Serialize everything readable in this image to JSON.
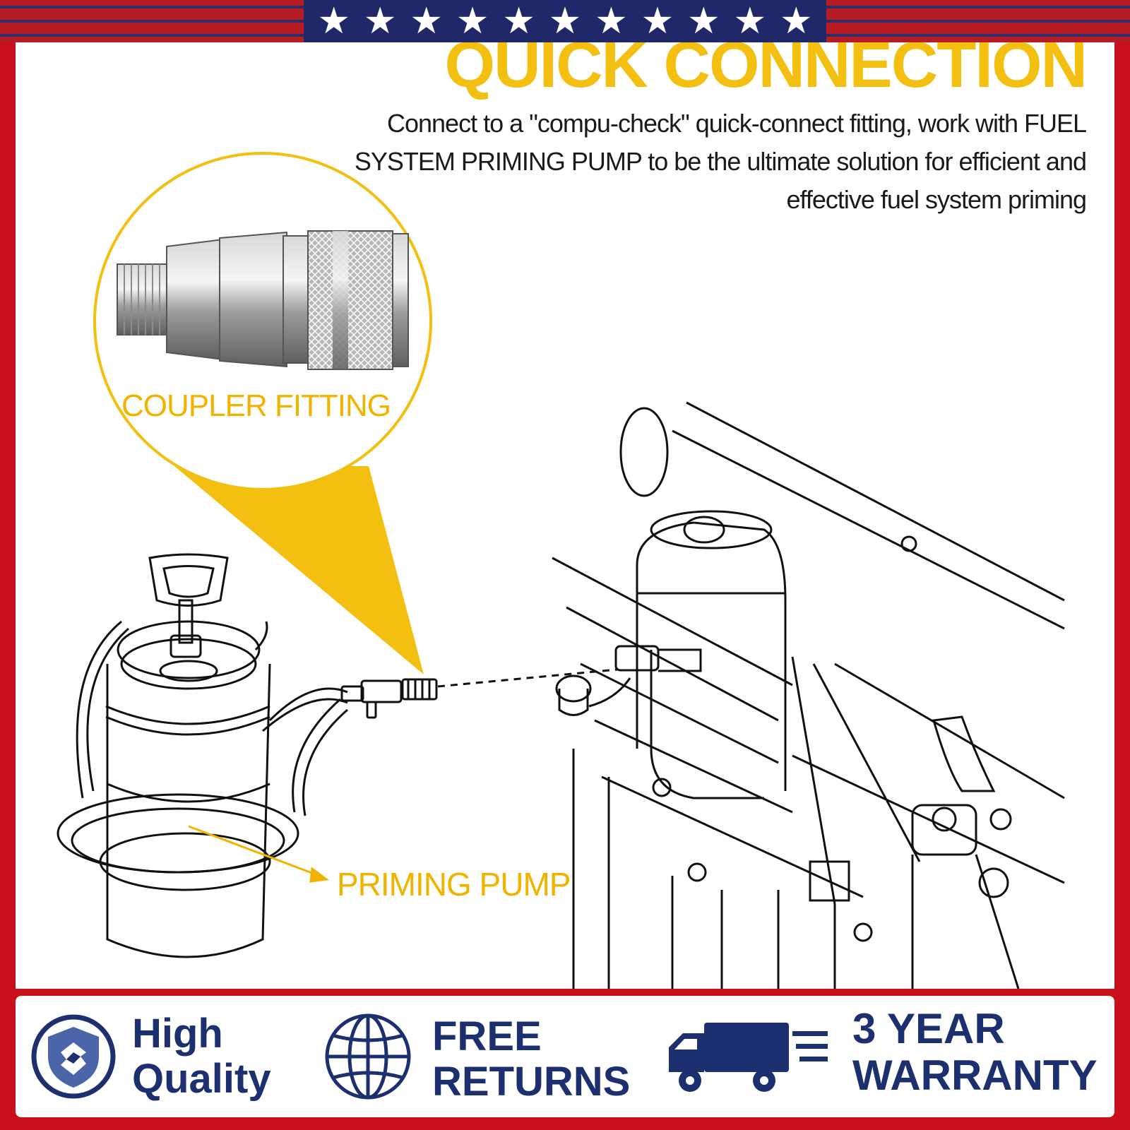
{
  "header": {
    "title": "QUICK CONNECTION",
    "description": "Connect to a \"compu-check\" quick-connect fitting, work with FUEL SYSTEM PRIMING PUMP to be the ultimate solution for efficient and effective fuel system priming"
  },
  "callouts": {
    "coupler_label": "COUPLER FITTING",
    "pump_label": "PRIMING PUMP"
  },
  "badges": [
    {
      "icon": "shield-icon",
      "line1": "High",
      "line2": "Quality"
    },
    {
      "icon": "globe-icon",
      "line1": "FREE",
      "line2": "RETURNS"
    },
    {
      "icon": "delivery-truck-icon",
      "line1": "3 YEAR",
      "line2": "WARRANTY"
    }
  ],
  "colors": {
    "accent_yellow": "#f3bf10",
    "brand_red": "#c8101c",
    "navy": "#1c2f6e",
    "flag_blue": "#20286a"
  }
}
